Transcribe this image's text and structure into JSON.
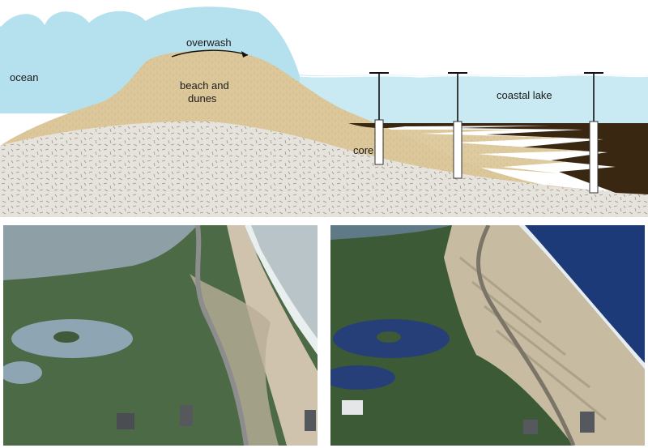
{
  "diagram": {
    "labels": {
      "ocean": "ocean",
      "overwash": "overwash",
      "beach_and_dunes_line1": "beach and",
      "beach_and_dunes_line2": "dunes",
      "coastal_lake": "coastal lake",
      "core": "core"
    },
    "colors": {
      "ocean": "#b5e0ee",
      "wave_crest": "#a9d9eb",
      "lake": "#c9e9f3",
      "sand": "#dcc79a",
      "bedrock": "#e6e3dd",
      "lake_mud": "#3a2712",
      "core_tube": "#ffffff"
    },
    "cores": 3
  },
  "photos": {
    "left": {
      "description_icon": "aerial-photo-before-overwash"
    },
    "right": {
      "description_icon": "aerial-photo-after-overwash"
    }
  }
}
